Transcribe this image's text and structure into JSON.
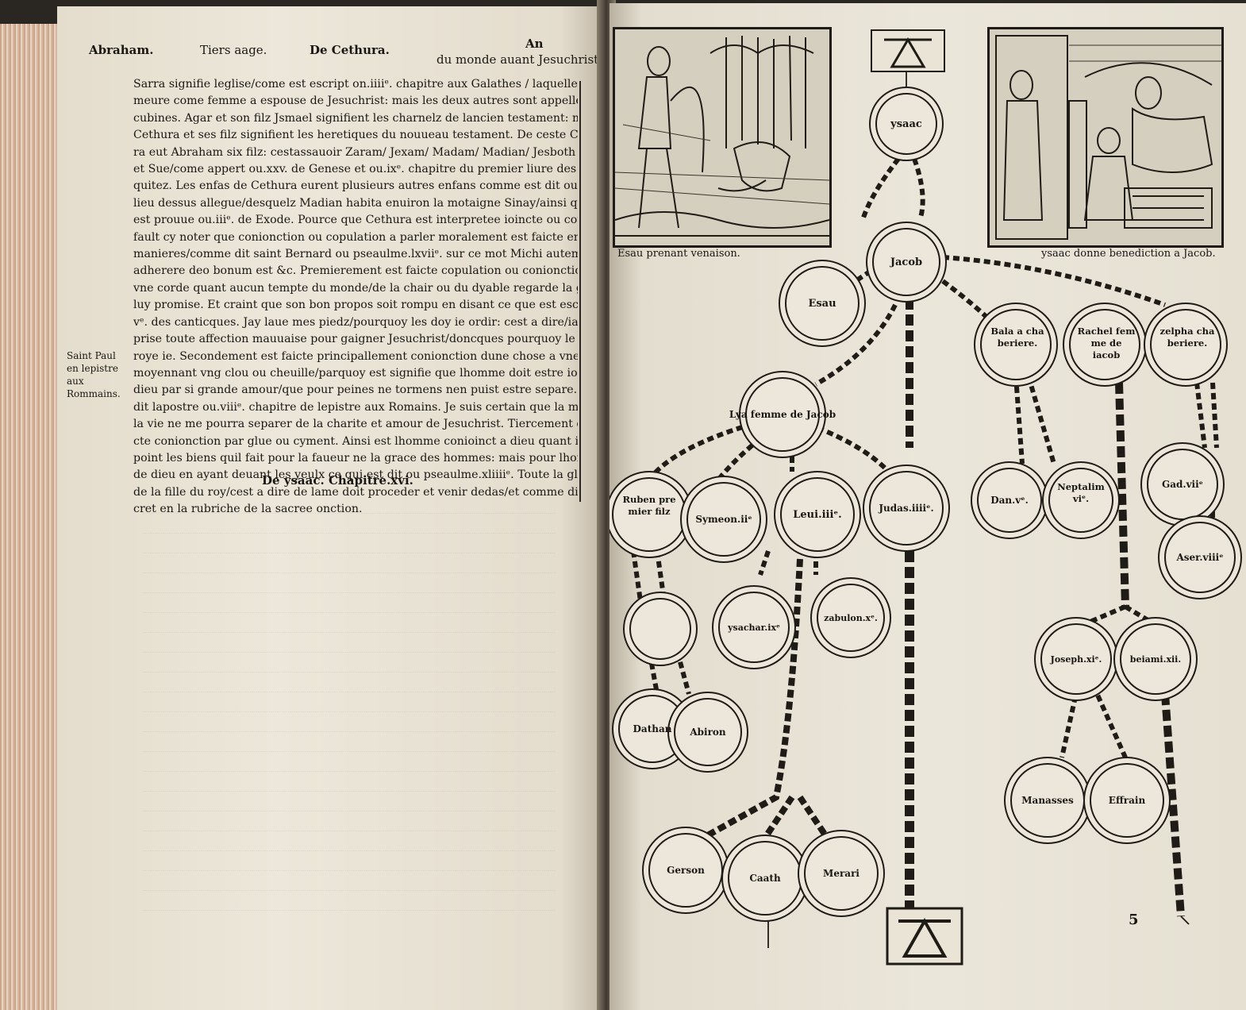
{
  "left_page": {
    "header": {
      "left": "Abraham.",
      "center_a": "Tiers aage.",
      "center_b": "De Cethura.",
      "right_a": "An",
      "right_b": "du monde auant Jesuchrist"
    },
    "body_lines": [
      "Sarra signifie leglise/come est escript on.iiiiᵉ. chapitre aux Galathes / laquelle de-",
      "meure come femme a espouse de Jesuchrist: mais les deux autres sont appellees con-",
      "cubines. Agar et son filz Jsmael signifient les charnelz de lancien testament: mais",
      "Cethura et ses filz signifient les heretiques du nouueau testament. De ceste Cethu-",
      "ra eut Abraham six filz: cestassauoir Zaram/ Jexam/ Madam/ Madian/ Jesboth",
      "et Sue/come appert ou.xxv. de Genese et ou.ixᵉ. chapitre du premier liure des anti-",
      "quitez. Les enfas de Cethura eurent plusieurs autres enfans comme est dit ou",
      "lieu dessus allegue/desquelz Madian habita enuiron la motaigne Sinay/ainsi que",
      "est prouue ou.iiiᵉ. de Exode. Pource que Cethura est interpretee ioincte ou couplee",
      "fault cy noter que conionction ou copulation a parler moralement est faicte en trois",
      "manieres/comme dit saint Bernard ou pseaulme.lxviiᵉ. sur ce mot Michi autem",
      "adherere deo bonum est &c. Premierement est faicte copulation ou conionction par",
      "vne corde quant aucun tempte du monde/de la chair ou du dyable regarde la gloire a",
      "luy promise. Et craint que son bon propos soit rompu en disant ce que est escript ou",
      "vᵉ. des canticques. Jay laue mes piedz/pourquoy les doy ie ordir: cest a dire/iay des-",
      "prise toute affection mauuaise pour gaigner Jesuchrist/doncques pourquoy le laisse-",
      "roye ie. Secondement est faicte principallement conionction dune chose a vne autre",
      "moyennant vng clou ou cheuille/parquoy est signifie que lhomme doit estre ioinct a",
      "dieu par si grande amour/que pour peines ne tormens nen puist estre separe. Pource",
      "dit lapostre ou.viiiᵉ. chapitre de lepistre aux Romains. Je suis certain que la mort ne",
      "la vie ne me pourra separer de la charite et amour de Jesuchrist. Tiercement est fai-",
      "cte conionction par glue ou cyment. Ainsi est lhomme conioinct a dieu quant il ne fait",
      "point les biens quil fait pour la faueur ne la grace des hommes: mais pour lhonneur",
      "de dieu en ayant deuant les yeulx ce qui est dit ou pseaulme.xliiiiᵉ. Toute la gloire",
      "de la fille du roy/cest a dire de lame doit proceder et venir dedas/et comme dit le de-",
      "cret en la rubriche de la sacree onction."
    ],
    "margin_note": "Saint Paul en lepistre aux Rommains.",
    "chapter_heading": "De ysaac. Chapitre.xvi."
  },
  "right_page": {
    "caption_left": "Esau prenant venaison.",
    "caption_right": "ysaac donne benediction a Jacob.",
    "page_number": "5",
    "tree": {
      "ysaac": "ysaac",
      "jacob": "Jacob",
      "esau": "Esau",
      "bala": "Bala a cha beriere.",
      "rachel": "Rachel fem me de iacob",
      "zelpha": "zelpha cha beriere.",
      "lya": "Lya femme de Jacob",
      "ruben": "Ruben pre mier filz",
      "symeon": "Symeon.iiᵉ",
      "leui": "Leui.iiiᵉ.",
      "judas": "Judas.iiiiᵉ.",
      "dan": "Dan.vᵉ.",
      "neptalim": "Neptalim viᵉ.",
      "gad": "Gad.viiᵉ",
      "aser": "Aser.viiiᵉ",
      "ysachar": "ysachar.ixᵉ",
      "zabulon": "zabulon.xᵉ.",
      "joseph": "Joseph.xiᵉ.",
      "beniamin": "beiami.xii.",
      "dathan": "Dathan",
      "abiron": "Abiron",
      "manasses": "Manasses",
      "effrain": "Effrain",
      "gerson": "Gerson",
      "caath": "Caath",
      "merari": "Merari"
    }
  }
}
